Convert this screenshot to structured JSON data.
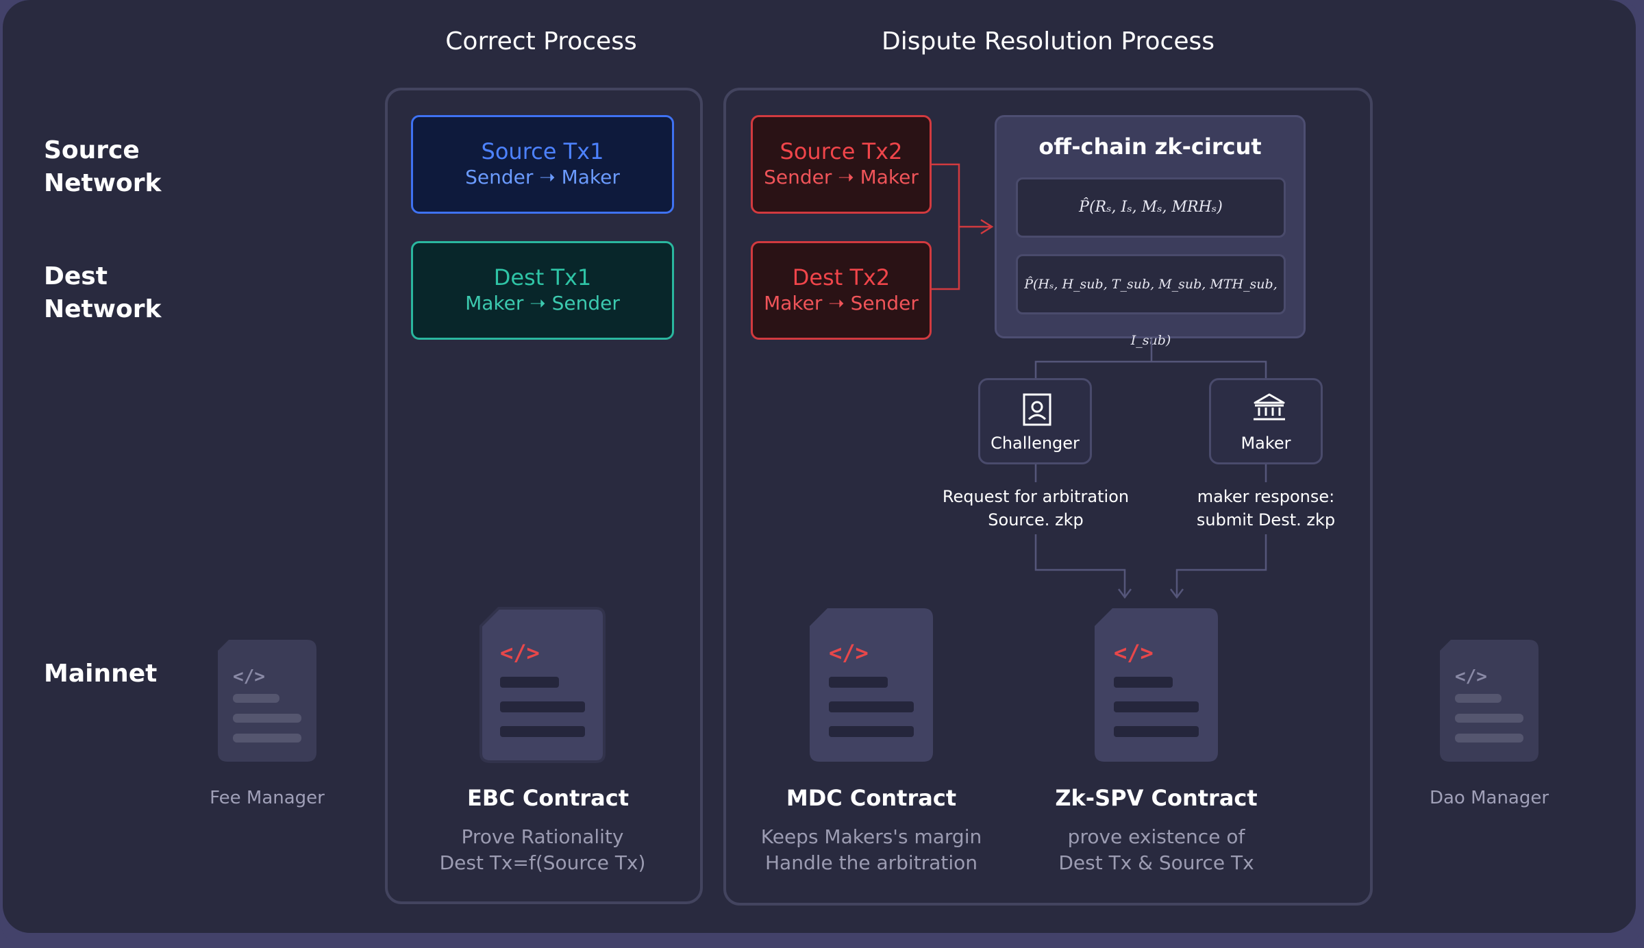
{
  "rows": {
    "source": [
      "Source",
      "Network"
    ],
    "dest": [
      "Dest",
      "Network"
    ],
    "mainnet": "Mainnet"
  },
  "columns": {
    "correct": "Correct Process",
    "dispute": "Dispute Resolution Process"
  },
  "correct_process": {
    "source_tx": {
      "title": "Source Tx1",
      "flow": "Sender ➝ Maker"
    },
    "dest_tx": {
      "title": "Dest Tx1",
      "flow": "Maker ➝ Sender"
    },
    "contract": {
      "name": "EBC Contract",
      "desc": [
        "Prove Rationality",
        "Dest Tx=f(Source Tx)"
      ]
    }
  },
  "dispute_process": {
    "source_tx": {
      "title": "Source Tx2",
      "flow": "Sender ➝ Maker"
    },
    "dest_tx": {
      "title": "Dest Tx2",
      "flow": "Maker ➝ Sender"
    },
    "circuit": {
      "title": "off-chain zk-circut",
      "formula1": "P̂(Rₛ, Iₛ, Mₛ, MRHₛ)",
      "formula2": "P̂(Hₛ, H_sub, T_sub, M_sub, MTH_sub, I_sub)"
    },
    "challenger": {
      "label": "Challenger",
      "note": [
        "Request for arbitration",
        "Source. zkp"
      ]
    },
    "maker": {
      "label": "Maker",
      "note": [
        "maker response:",
        "submit Dest. zkp"
      ]
    },
    "mdc_contract": {
      "name": "MDC Contract",
      "desc": [
        "Keeps Makers's margin",
        "Handle the arbitration"
      ]
    },
    "zkspv_contract": {
      "name": "Zk-SPV Contract",
      "desc": [
        "prove existence of",
        "Dest Tx & Source Tx"
      ]
    }
  },
  "side_contracts": {
    "fee_manager": "Fee Manager",
    "dao_manager": "Dao Manager"
  },
  "icon_code_glyph": "</>",
  "colors": {
    "background": "#292a3f",
    "frame": "#43426a",
    "blue_accent": "#3f72f2",
    "green_accent": "#2ab79f",
    "red_accent": "#d23a3f",
    "code_red": "#e8474a"
  }
}
